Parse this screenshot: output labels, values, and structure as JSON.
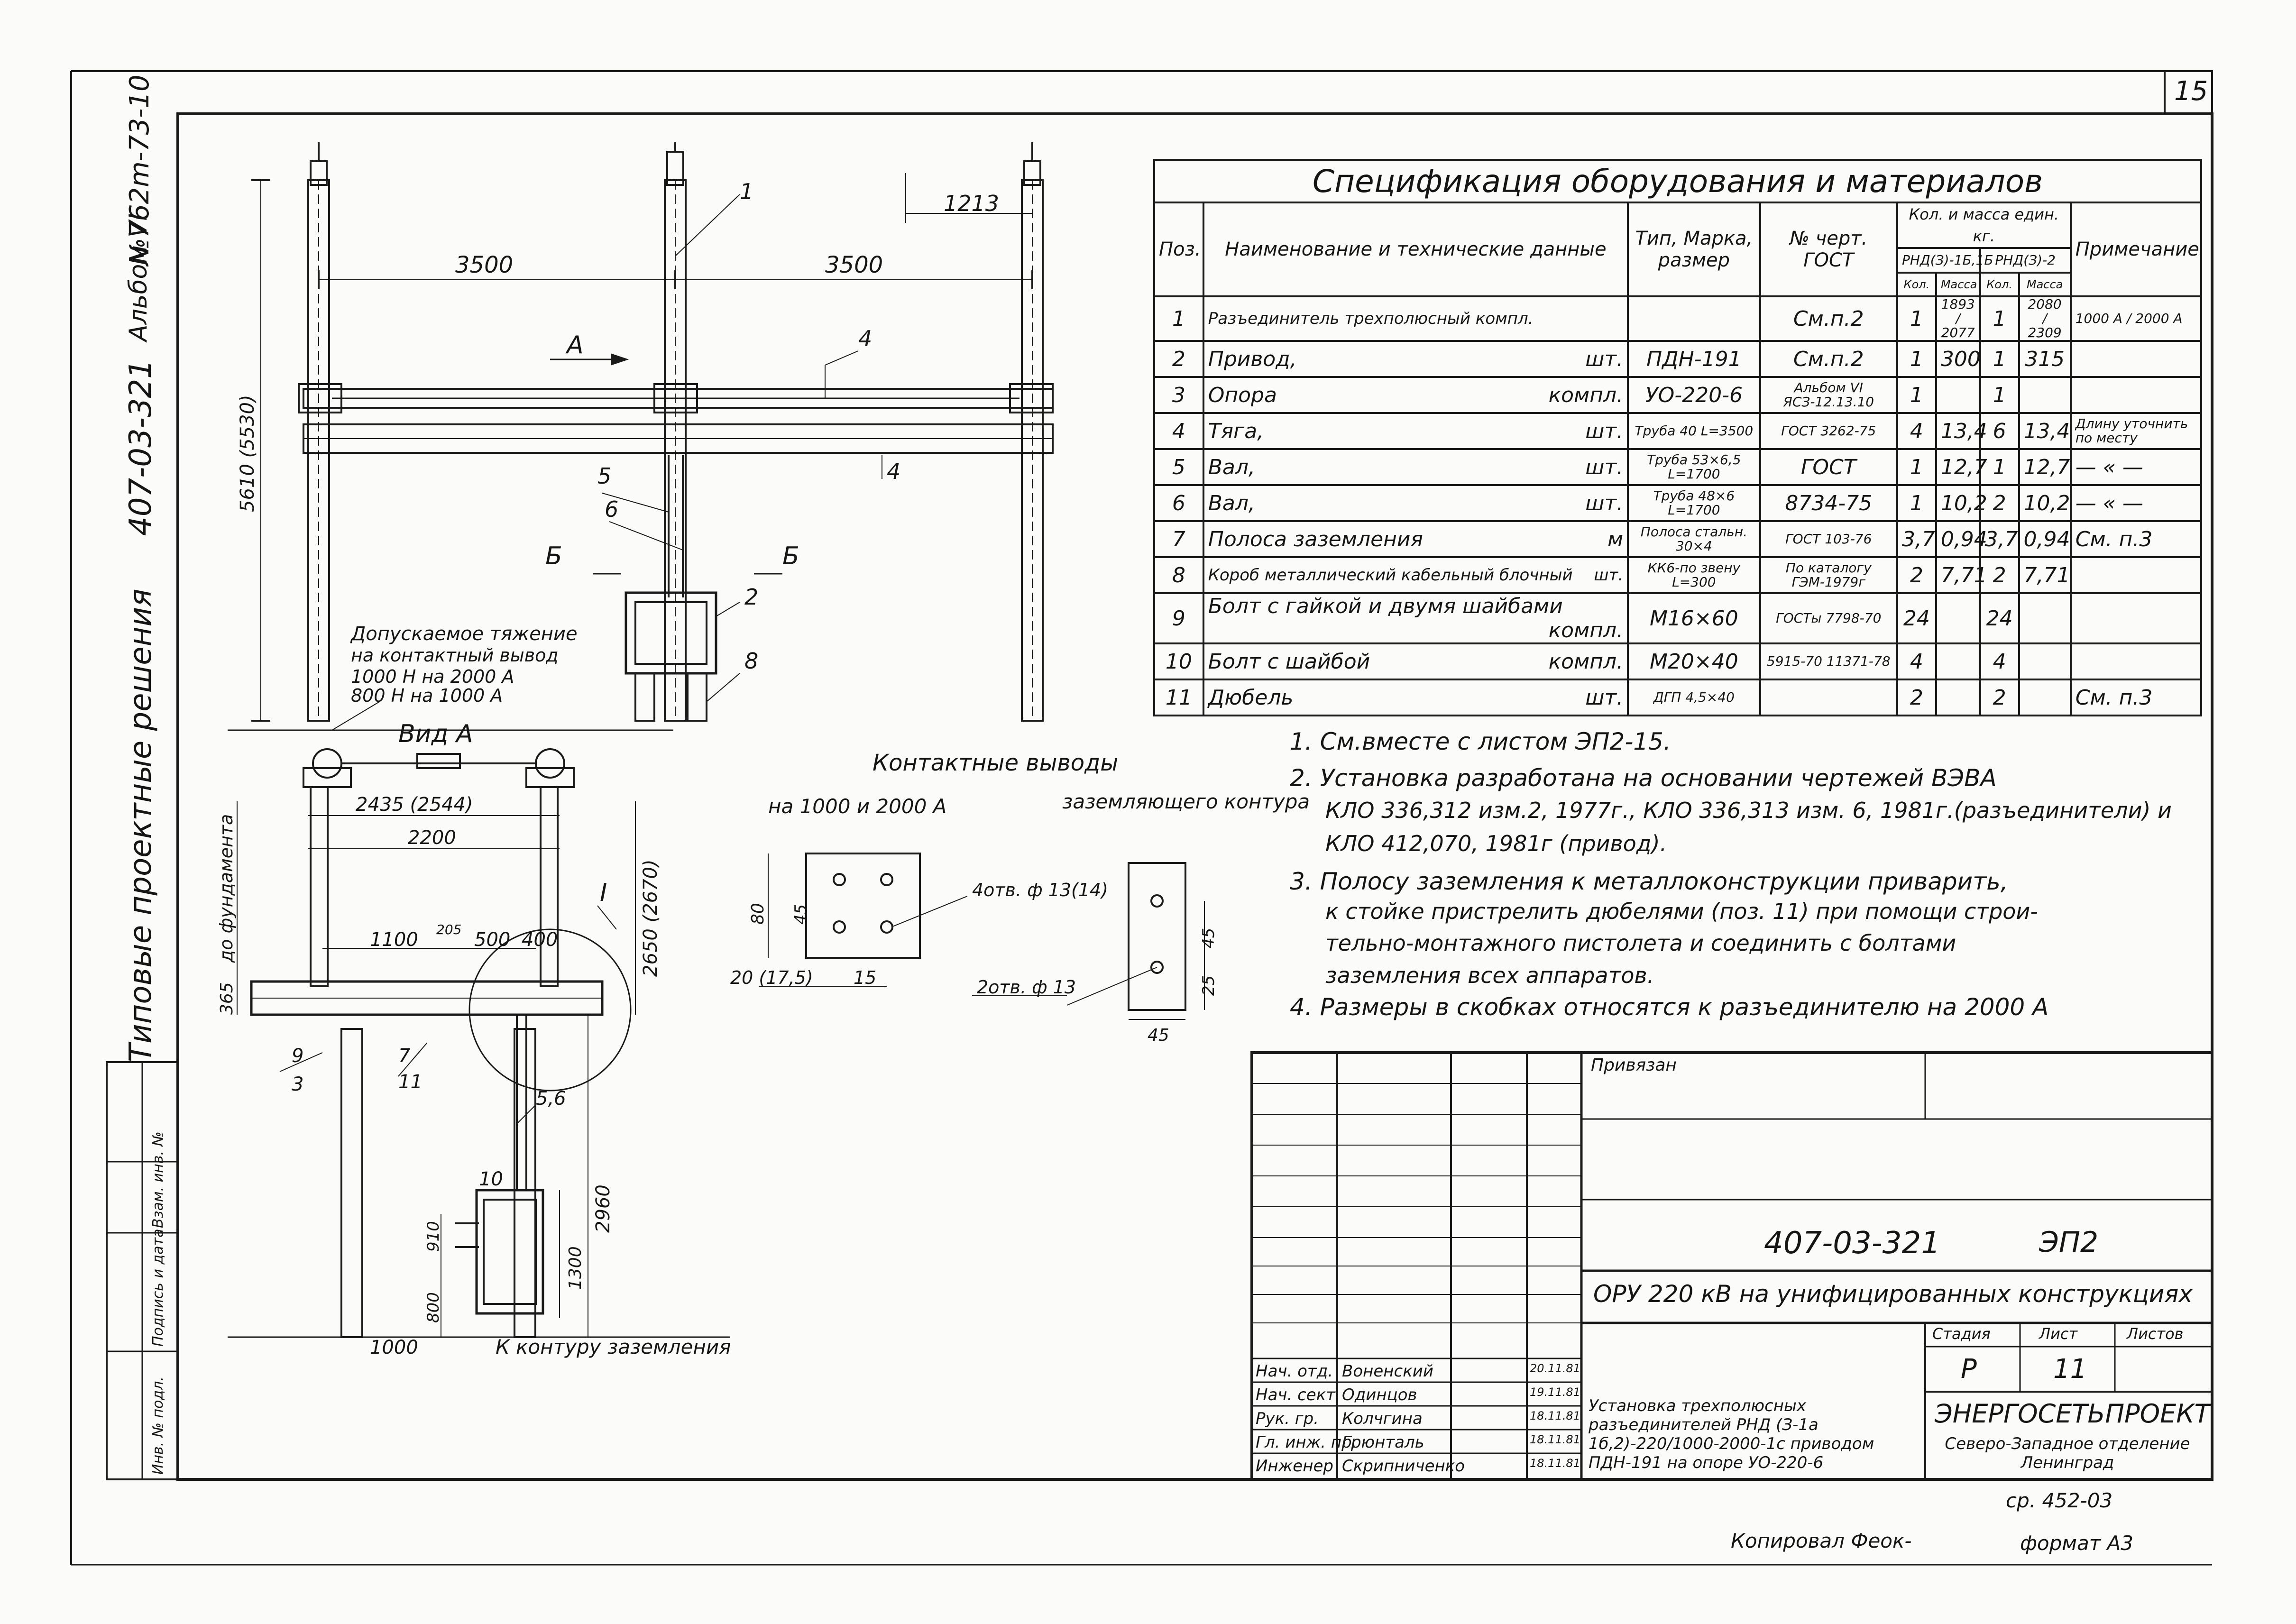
{
  "sheet": {
    "number": "15",
    "series_code": "407-03-321",
    "series_title": "Типовые проектные решения",
    "album": "Альбом VI",
    "archive_no": "№762m-73-10",
    "copied_by": "Копировал Феок-",
    "format": "формат А3",
    "inv_no": "ср. 452-03"
  },
  "spec": {
    "title": "Спецификация оборудования и материалов",
    "headers": {
      "pos": "Поз.",
      "name": "Наименование и технические данные",
      "type": "Тип, Марка, размер",
      "doc": "№ черт. ГОСТ",
      "qty_mass": "Кол. и масса един. кг.",
      "rnd1": "РНД(З)-1Б,1Б",
      "rnd2": "РНД(З)-2",
      "qty": "Кол.",
      "mass": "Масса",
      "note": "Примечание"
    },
    "rows": [
      {
        "pos": "1",
        "name": "Разъединитель трехполюсный компл.",
        "unit": "",
        "type": "",
        "doc": "См.п.2",
        "q1": "1",
        "m1": "1893 / 2077",
        "q2": "1",
        "m2": "2080 / 2309",
        "note": "1000 А / 2000 А"
      },
      {
        "pos": "2",
        "name": "Привод,",
        "unit": "шт.",
        "type": "ПДН-191",
        "doc": "См.п.2",
        "q1": "1",
        "m1": "300",
        "q2": "1",
        "m2": "315",
        "note": ""
      },
      {
        "pos": "3",
        "name": "Опора",
        "unit": "компл.",
        "type": "УО-220-6",
        "doc": "Альбом VI ЯСЗ-12.13.10",
        "q1": "1",
        "m1": "",
        "q2": "1",
        "m2": "",
        "note": ""
      },
      {
        "pos": "4",
        "name": "Тяга,",
        "unit": "шт.",
        "type": "Труба 40 L=3500",
        "doc": "ГОСТ 3262-75",
        "q1": "4",
        "m1": "13,4",
        "q2": "6",
        "m2": "13,4",
        "note": "Длину уточнить по месту"
      },
      {
        "pos": "5",
        "name": "Вал,",
        "unit": "шт.",
        "type": "Труба 53×6,5 L=1700",
        "doc": "ГОСТ",
        "q1": "1",
        "m1": "12,7",
        "q2": "1",
        "m2": "12,7",
        "note": "— « —"
      },
      {
        "pos": "6",
        "name": "Вал,",
        "unit": "шт.",
        "type": "Труба 48×6 L=1700",
        "doc": "8734-75",
        "q1": "1",
        "m1": "10,2",
        "q2": "2",
        "m2": "10,2",
        "note": "— « —"
      },
      {
        "pos": "7",
        "name": "Полоса заземления",
        "unit": "м",
        "type": "Полоса стальн. 30×4",
        "doc": "ГОСТ 103-76",
        "q1": "3,7",
        "m1": "0,94",
        "q2": "3,7",
        "m2": "0,94",
        "note": "См. п.3"
      },
      {
        "pos": "8",
        "name": "Короб металлический кабельный блочный",
        "unit": "шт.",
        "type": "КК6-по звену L=300",
        "doc": "По каталогу ГЭМ-1979г",
        "q1": "2",
        "m1": "7,71",
        "q2": "2",
        "m2": "7,71",
        "note": ""
      },
      {
        "pos": "9",
        "name": "Болт с гайкой и двумя шайбами",
        "unit": "компл.",
        "type": "М16×60",
        "doc": "ГОСТы 7798-70",
        "q1": "24",
        "m1": "",
        "q2": "24",
        "m2": "",
        "note": ""
      },
      {
        "pos": "10",
        "name": "Болт с шайбой",
        "unit": "компл.",
        "type": "М20×40",
        "doc": "5915-70 11371-78",
        "q1": "4",
        "m1": "",
        "q2": "4",
        "m2": "",
        "note": ""
      },
      {
        "pos": "11",
        "name": "Дюбель",
        "unit": "шт.",
        "type": "ДГП 4,5×40",
        "doc": "",
        "q1": "2",
        "m1": "",
        "q2": "2",
        "m2": "",
        "note": "См. п.3"
      }
    ]
  },
  "notes": [
    "1. См.вместе с листом ЭП2-15.",
    "2. Установка разработана на основании чертежей ВЭВА",
    "КЛО 336,312 изм.2, 1977г., КЛО 336,313 изм. 6, 1981г.(разъединители) и",
    "КЛО 412,070, 1981г (привод).",
    "3. Полосу заземления к металлоконструкции приварить,",
    "к стойке пристрелить дюбелями (поз. 11) при помощи строи-",
    "тельно-монтажного пистолета и соединить с болтами",
    "заземления всех аппаратов.",
    "4. Размеры в скобках относятся к разъединителю на 2000 А"
  ],
  "drawing": {
    "main_labels": {
      "dim_3500_left": "3500",
      "dim_3500_right": "3500",
      "dim_1213": "1213",
      "dim_5610": "5610 (5530)",
      "arrow_a": "А",
      "sect_b_left": "Б",
      "sect_b_right": "Б",
      "pos1": "1",
      "pos2": "2",
      "pos4a": "4",
      "pos4b": "4",
      "pos5": "5",
      "pos6": "6",
      "pos8": "8"
    },
    "allowed_tension": [
      "Допускаемое тяжение",
      "на контактный вывод",
      "1000 Н на 2000 А",
      "800 Н на 1000 А"
    ],
    "view_a": {
      "title": "Вид А",
      "dim_2435": "2435 (2544)",
      "dim_2200": "2200",
      "dim_1100": "1100",
      "dim_500": "500",
      "dim_400": "400",
      "dim_205": "205",
      "to_axis": "до фундамента",
      "dim_365": "365",
      "dim_2650": "2650 (2670)",
      "dim_2960": "2960",
      "dim_910": "910",
      "dim_1300": "1300",
      "dim_800": "800",
      "dim_1000": "1000",
      "to_ground": "К контуру заземления",
      "roman_1": "I",
      "pos3": "3",
      "pos9": "9",
      "pos7": "7",
      "pos11": "11",
      "pos56": "5,6",
      "pos10": "10"
    },
    "terminals": {
      "title": "Контактные выводы",
      "sub1": "на 1000 и 2000 А",
      "sub2": "заземляющего контура",
      "dim_80": "80",
      "dim_45": "45",
      "dim_20": "20 (17,5)",
      "dim_15": "15",
      "holes4": "4отв. ф 13(14)",
      "dim_45b": "45",
      "dim_25": "25",
      "holes2": "2отв. ф 13",
      "dim_45c": "45"
    }
  },
  "title_block": {
    "bound_label": "Привязан",
    "code": "407-03-321",
    "sheet_code": "ЭП2",
    "project": "ОРУ 220 кВ на унифицированных конструкциях",
    "stage_label": "Стадия",
    "sheet_label": "Лист",
    "sheets_label": "Листов",
    "stage": "Р",
    "sheet": "11",
    "desc": "Установка трехполюсных разъединителей РНД (З-1а 1б,2)-220/1000-2000-1с приводом ПДН-191 на опоре УО-220-6",
    "org": "ЭНЕРГОСЕТЬПРОЕКТ",
    "org_dept": "Северо-Западное отделение Ленинград",
    "people": [
      {
        "role": "Нач. отд.",
        "name": "Воненский",
        "date": "20.11.81"
      },
      {
        "role": "Нач. сект.",
        "name": "Одинцов",
        "date": "19.11.81"
      },
      {
        "role": "Рук. гр.",
        "name": "Колчгина",
        "date": "18.11.81"
      },
      {
        "role": "Гл. инж. пр.",
        "name": "Грюнталь",
        "date": "18.11.81"
      },
      {
        "role": "Инженер",
        "name": "Скрипниченко",
        "date": "18.11.81"
      }
    ],
    "side_stamp": [
      "Инв. № подл.",
      "Подпись и дата",
      "Взам. инв. №"
    ]
  }
}
